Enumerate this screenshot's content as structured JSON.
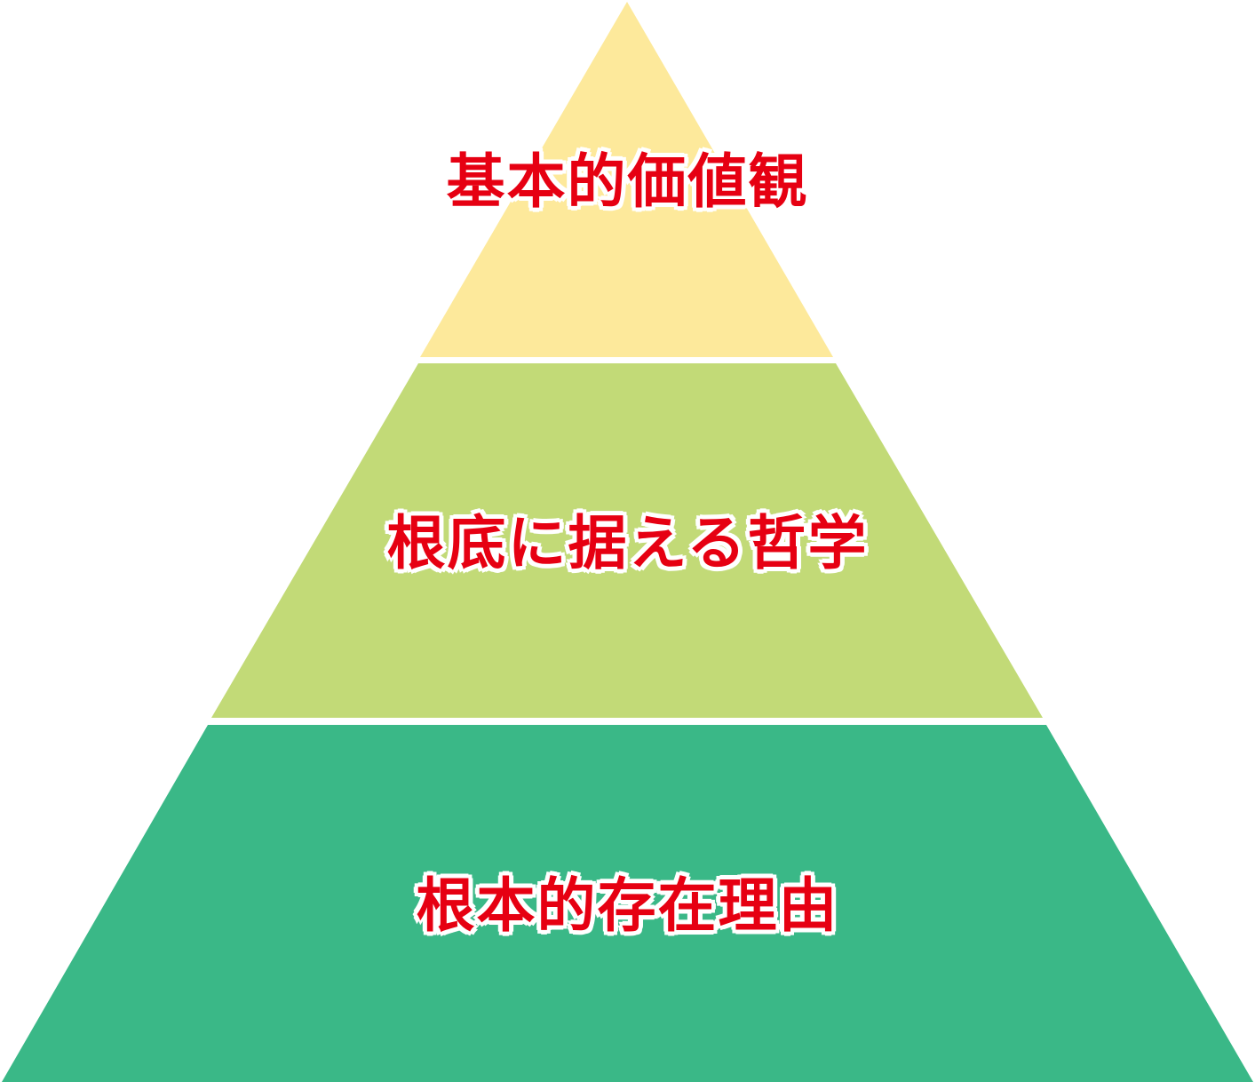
{
  "diagram": {
    "type": "pyramid",
    "tiers": [
      {
        "label": "基本的価値観",
        "color": "#fde99b"
      },
      {
        "label": "根底に据える哲学",
        "color": "#c2da77"
      },
      {
        "label": "根本的存在理由",
        "color": "#3ab887"
      }
    ]
  }
}
